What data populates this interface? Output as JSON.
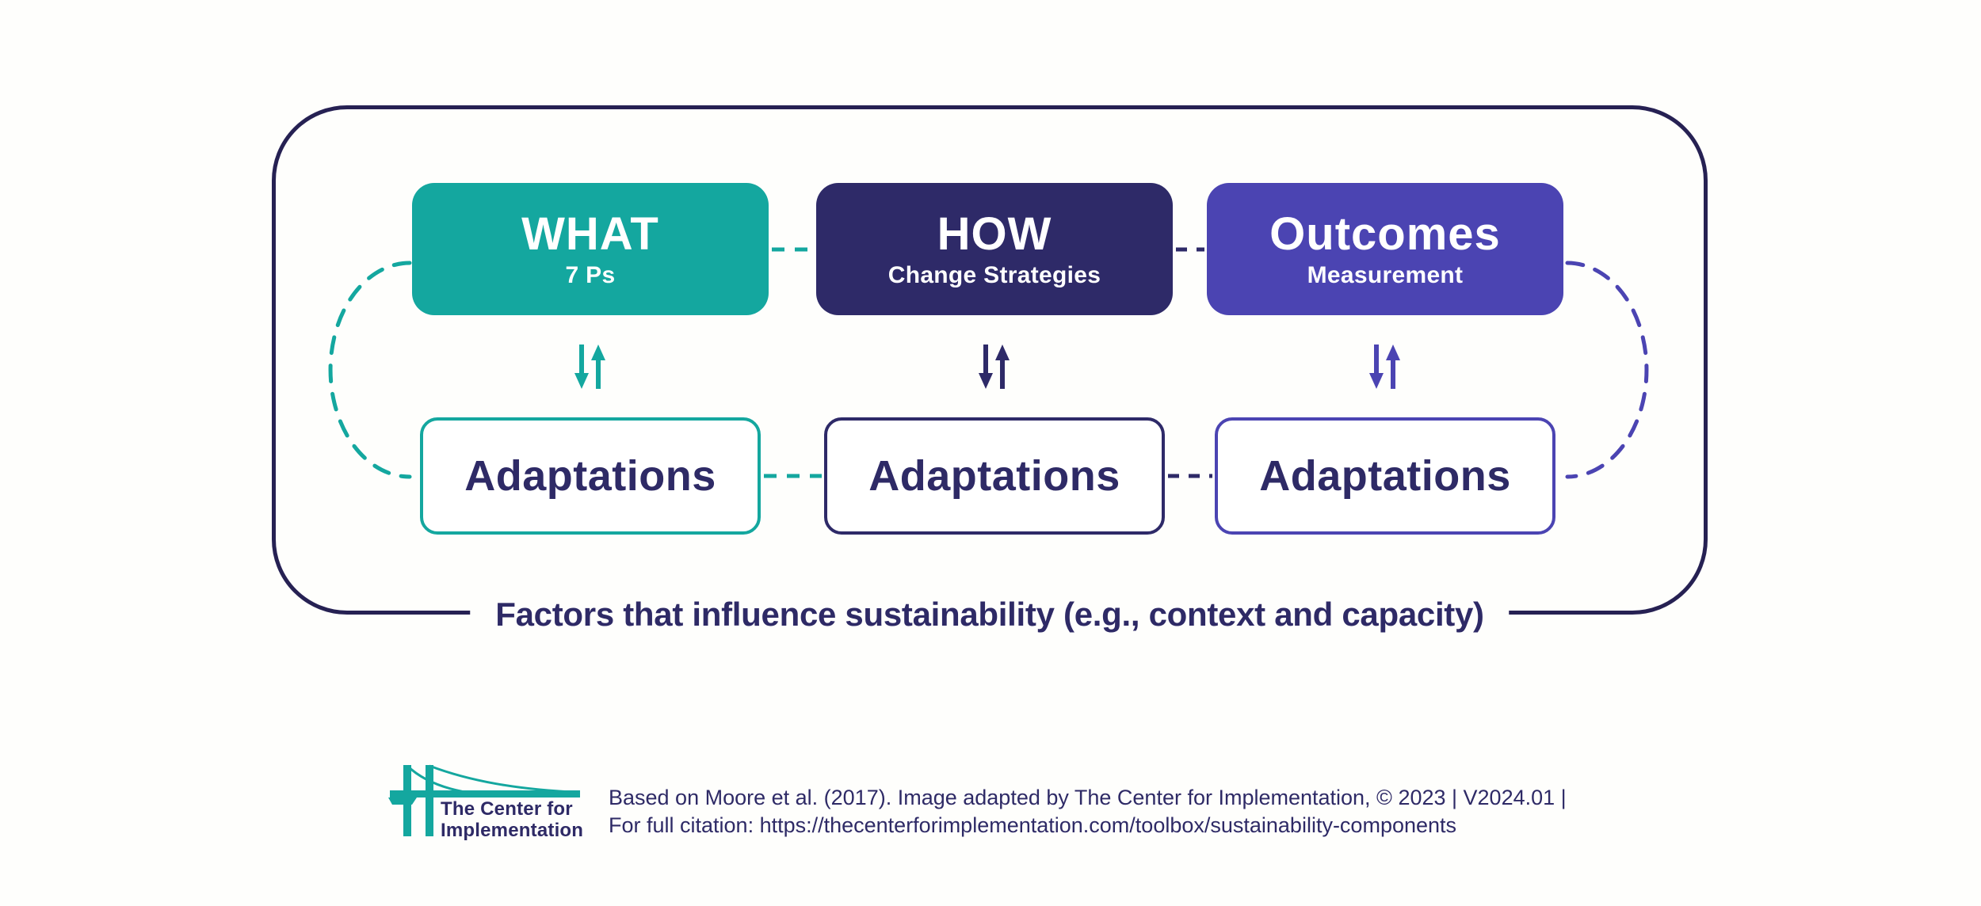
{
  "diagram": {
    "columns": [
      {
        "id": "what",
        "title": "WHAT",
        "subtitle": "7 Ps",
        "adaptation_label": "Adaptations",
        "color": "#14A79F"
      },
      {
        "id": "how",
        "title": "HOW",
        "subtitle": "Change Strategies",
        "adaptation_label": "Adaptations",
        "color": "#2E2A68"
      },
      {
        "id": "outcomes",
        "title": "Outcomes",
        "subtitle": "Measurement",
        "adaptation_label": "Adaptations",
        "color": "#4B44B2"
      }
    ],
    "bottom_label": "Factors that influence sustainability (e.g., context and capacity)"
  },
  "colors": {
    "teal": "#14A79F",
    "dark_navy": "#2E2A68",
    "purple": "#4B44B2",
    "frame_outline": "#262153",
    "text_navy": "#2E2A66",
    "background": "#FEFEFC"
  },
  "footer": {
    "logo_line1": "The Center for",
    "logo_line2": "Implementation",
    "citation_line1": "Based on Moore et al. (2017). Image adapted by The Center for Implementation, © 2023 | V2024.01 |",
    "citation_line2": "For full citation: https://thecenterforimplementation.com/toolbox/sustainability-components"
  }
}
